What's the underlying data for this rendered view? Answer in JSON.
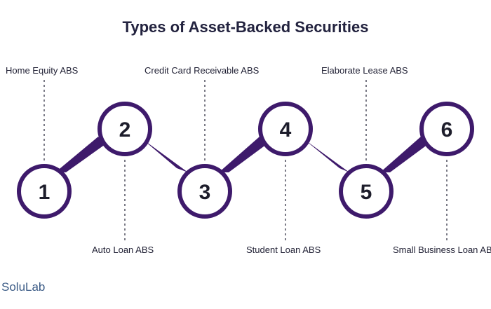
{
  "title": "Types of Asset-Backed Securities",
  "steps": [
    {
      "number": "1",
      "label": "Home Equity ABS"
    },
    {
      "number": "2",
      "label": "Auto Loan ABS"
    },
    {
      "number": "3",
      "label": "Credit Card Receivable ABS"
    },
    {
      "number": "4",
      "label": "Student Loan ABS"
    },
    {
      "number": "5",
      "label": "Elaborate Lease ABS"
    },
    {
      "number": "6",
      "label": "Small Business Loan ABS"
    }
  ],
  "colors": {
    "accent": "#3e1a6b",
    "text": "#1f1f33",
    "brand": "#3a5a85"
  },
  "brand": "SoluLab"
}
